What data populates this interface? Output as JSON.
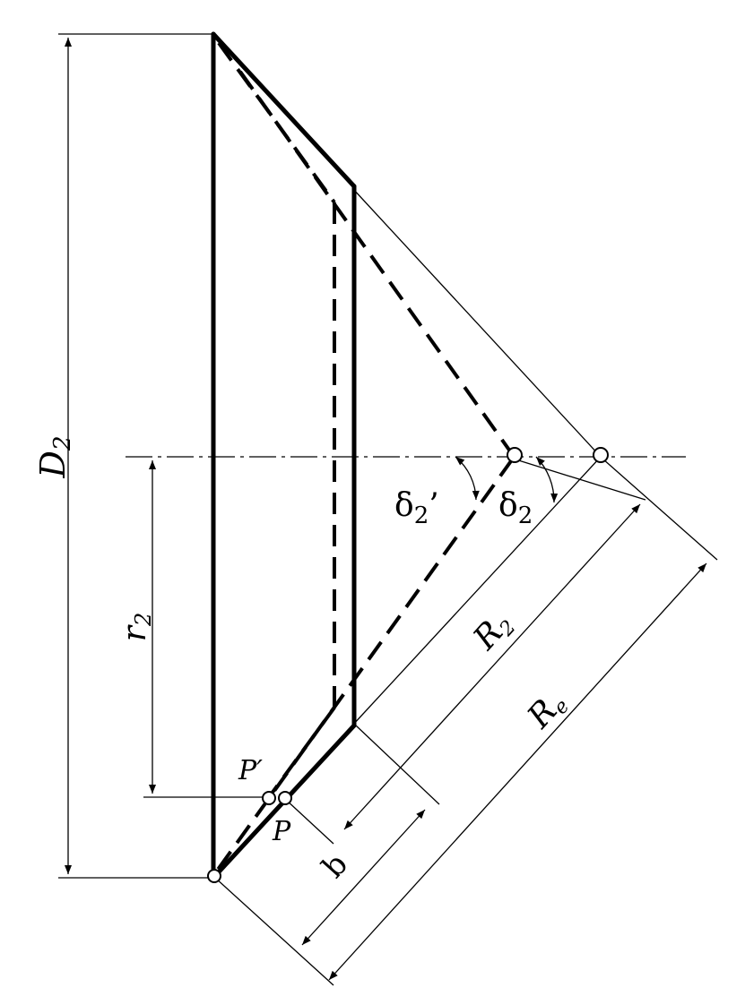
{
  "labels": {
    "D2": {
      "main": "D",
      "sub": "2"
    },
    "r2": {
      "main": "r",
      "sub": "2"
    },
    "delta2_prime": {
      "main": "δ",
      "sub": "2",
      "suffix": "’"
    },
    "delta2": {
      "main": "δ",
      "sub": "2"
    },
    "R2": {
      "main": "R",
      "sub": "2"
    },
    "Re": {
      "main": "R",
      "sub": "e"
    },
    "b": "b",
    "P": "P",
    "P_prime": "P′"
  },
  "colors": {
    "ink": "#000000",
    "background": "#ffffff"
  }
}
